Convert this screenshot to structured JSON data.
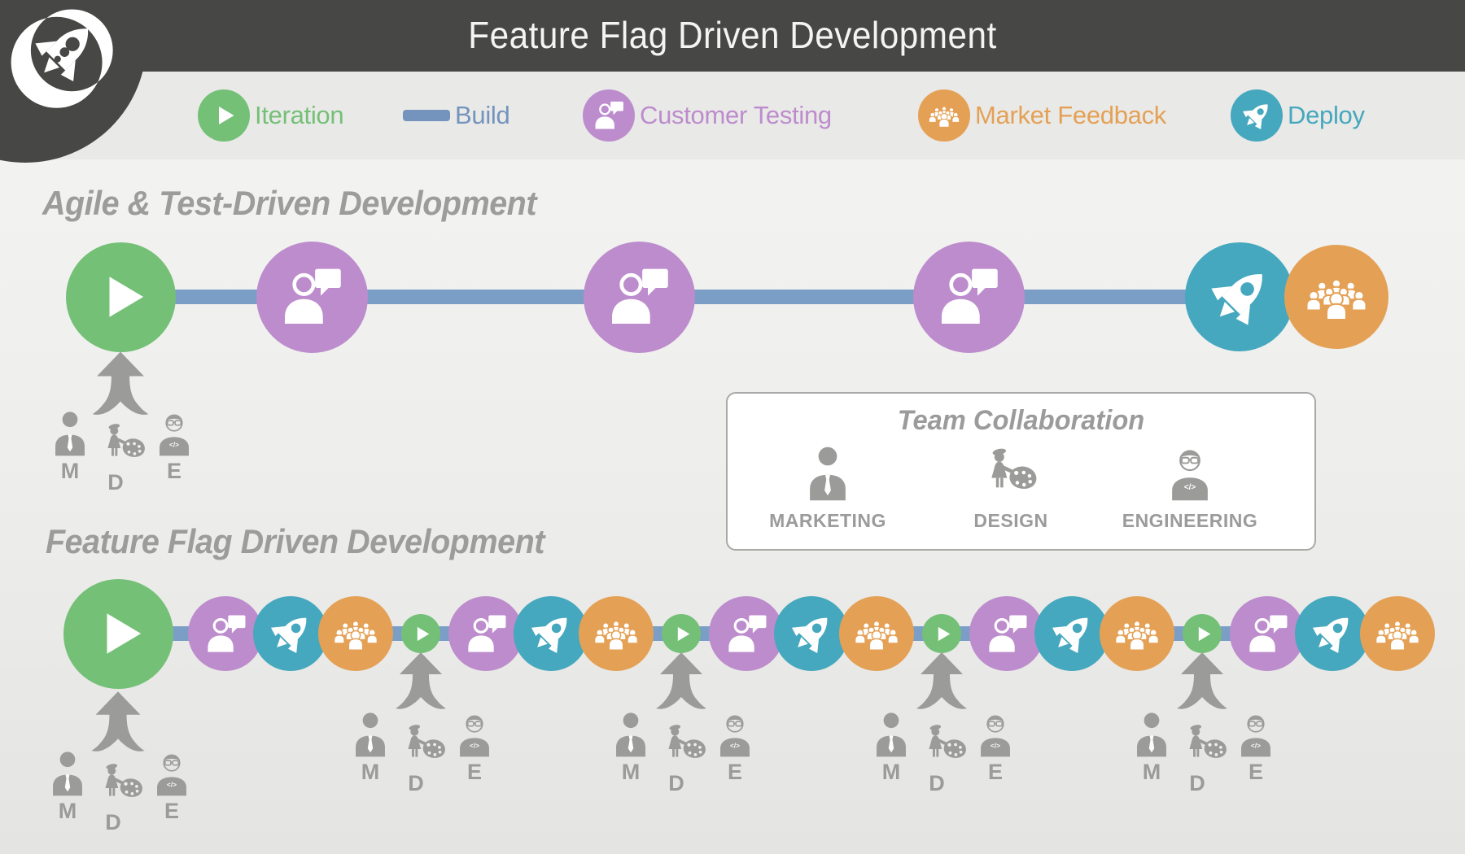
{
  "header": {
    "title": "Feature Flag Driven Development"
  },
  "legend": {
    "items": [
      {
        "id": "iteration",
        "label": "Iteration",
        "color": "#74c077",
        "icon": "play-icon"
      },
      {
        "id": "build",
        "label": "Build",
        "color": "#7493bd",
        "icon": "build-bar-icon"
      },
      {
        "id": "customer-testing",
        "label": "Customer Testing",
        "color": "#bd8ccd",
        "icon": "person-speech-icon"
      },
      {
        "id": "market-feedback",
        "label": "Market Feedback",
        "color": "#e4a156",
        "icon": "crowd-icon"
      },
      {
        "id": "deploy",
        "label": "Deploy",
        "color": "#45a8be",
        "icon": "rocket-icon"
      }
    ]
  },
  "sections": [
    {
      "id": "agile",
      "heading": "Agile & Test-Driven Development",
      "sequence": [
        "iteration",
        "customer-testing",
        "customer-testing",
        "customer-testing",
        "deploy",
        "market-feedback"
      ]
    },
    {
      "id": "ffdd",
      "heading": "Feature Flag Driven Development",
      "sequence": [
        "iteration",
        "customer-testing",
        "deploy",
        "market-feedback",
        "iteration",
        "customer-testing",
        "deploy",
        "market-feedback",
        "iteration",
        "customer-testing",
        "deploy",
        "market-feedback",
        "iteration",
        "customer-testing",
        "deploy",
        "market-feedback",
        "iteration",
        "customer-testing",
        "deploy",
        "market-feedback"
      ]
    }
  ],
  "team_box": {
    "title": "Team Collaboration",
    "members": [
      {
        "id": "marketing",
        "label": "MARKETING"
      },
      {
        "id": "design",
        "label": "DESIGN"
      },
      {
        "id": "engineering",
        "label": "ENGINEERING"
      }
    ]
  },
  "contributors": {
    "initials": [
      {
        "id": "marketing",
        "label": "M"
      },
      {
        "id": "design",
        "label": "D"
      },
      {
        "id": "engineering",
        "label": "E"
      }
    ]
  },
  "icons": {
    "engineer_chest_glyph": "</>"
  },
  "colors": {
    "header_bg": "#474745",
    "connector": "#7b9ec7",
    "band_bg": "#e9e9e7",
    "heading_gray": "#9c9c9a",
    "icon_gray": "#9b9b99"
  }
}
